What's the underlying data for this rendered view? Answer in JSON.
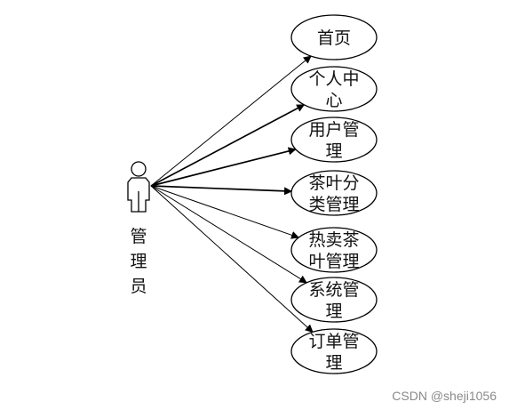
{
  "actor": {
    "label_chars": [
      "管",
      "理",
      "员"
    ]
  },
  "use_cases": [
    {
      "lines": [
        "首页"
      ]
    },
    {
      "lines": [
        "个人中",
        "心"
      ]
    },
    {
      "lines": [
        "用户管",
        "理"
      ]
    },
    {
      "lines": [
        "茶叶分",
        "类管理"
      ]
    },
    {
      "lines": [
        "热卖茶",
        "叶管理"
      ]
    },
    {
      "lines": [
        "系统管",
        "理"
      ]
    },
    {
      "lines": [
        "订单管",
        "理"
      ]
    }
  ],
  "watermark": "CSDN @sheji1056"
}
